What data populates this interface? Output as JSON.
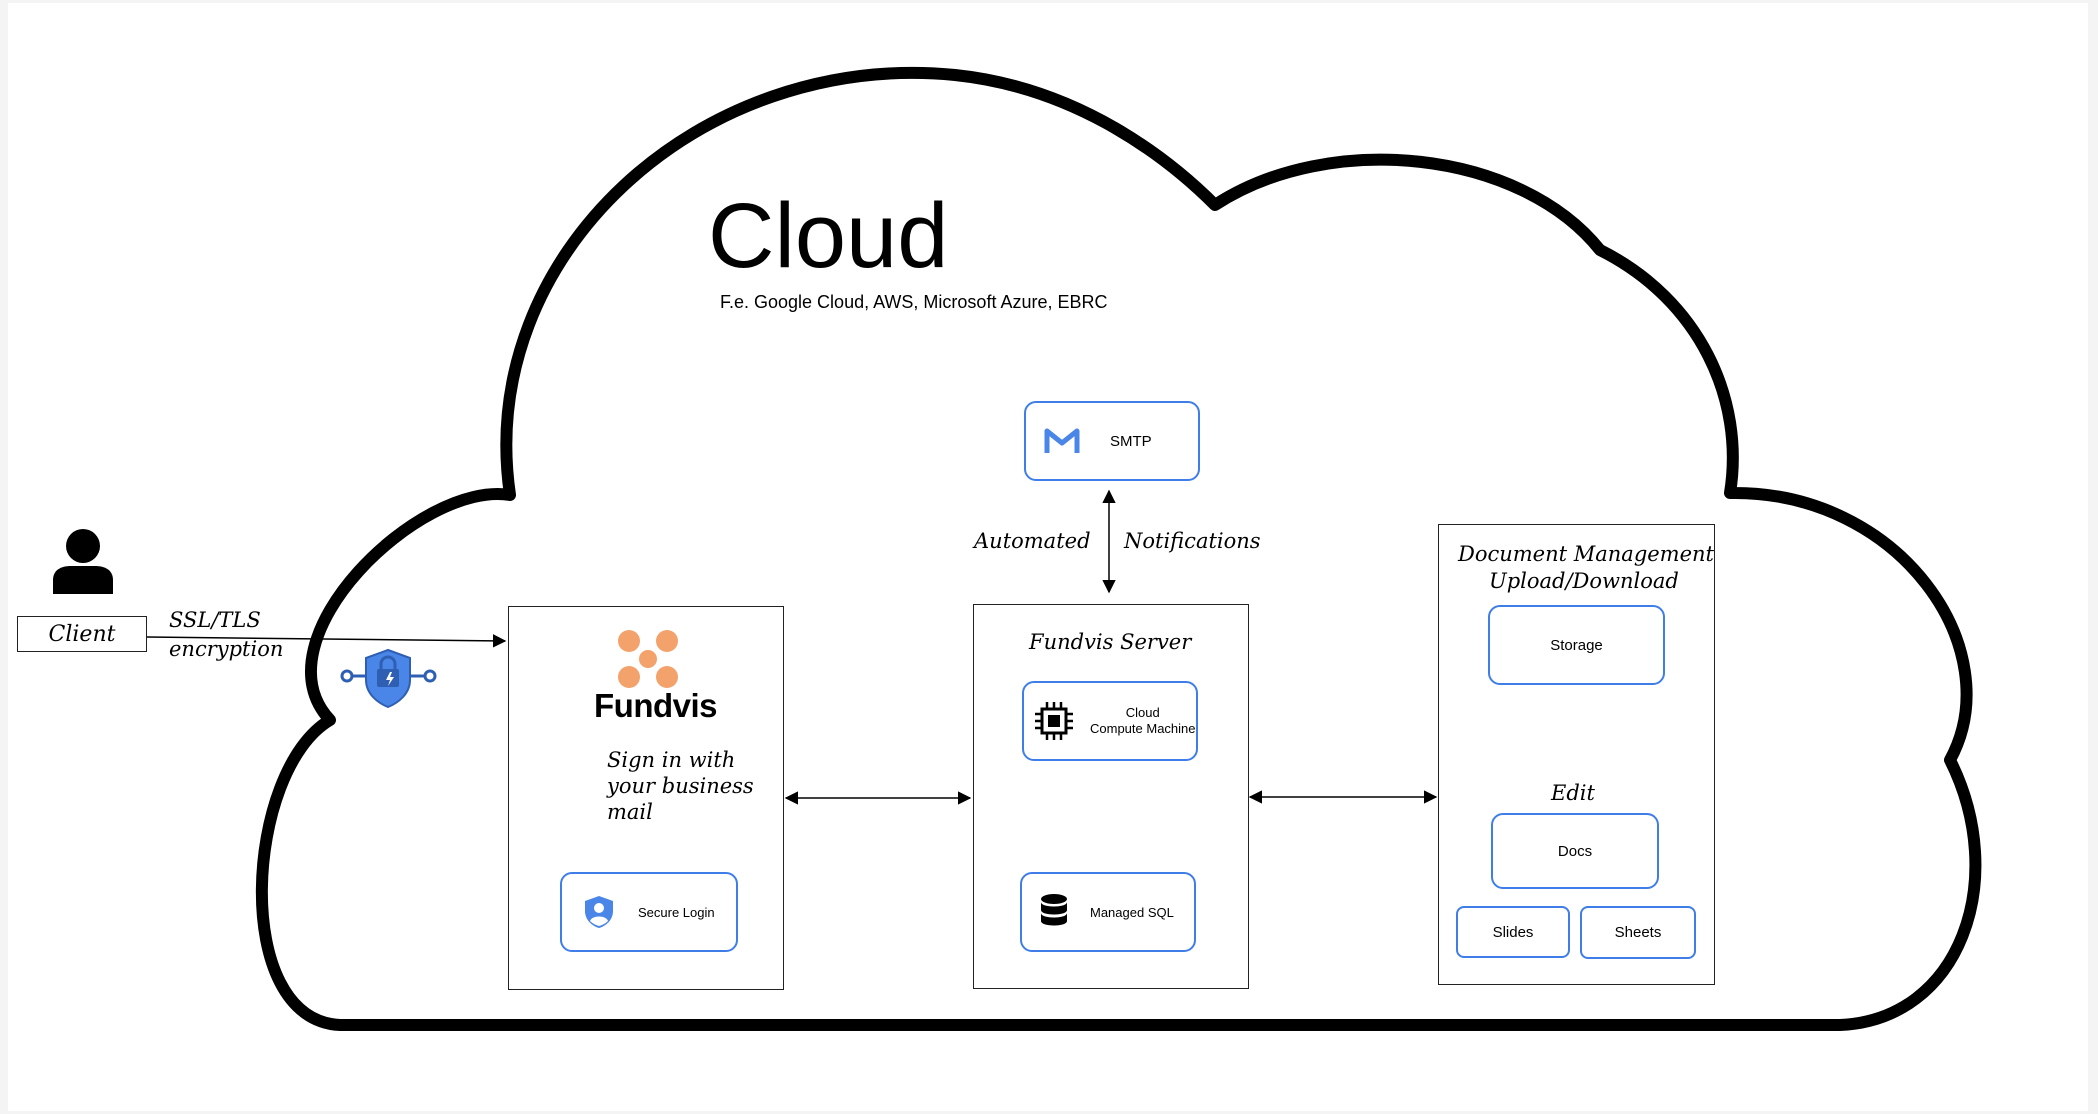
{
  "cloud": {
    "title": "Cloud",
    "subtitle": "F.e. Google Cloud, AWS, Microsoft Azure, EBRC"
  },
  "client": {
    "label": "Client",
    "connection_label_line1": "SSL/TLS",
    "connection_label_line2": "encryption"
  },
  "login_panel": {
    "brand": "Fundvis",
    "instruction_line1": "Sign in with",
    "instruction_line2": "your business",
    "instruction_line3": "mail",
    "secure_login_label": "Secure Login"
  },
  "smtp": {
    "label": "SMTP",
    "link_label_left": "Automated",
    "link_label_right": "Notifications"
  },
  "server_panel": {
    "title": "Fundvis Server",
    "compute_line1": "Cloud",
    "compute_line2": "Compute Machine",
    "sql_label": "Managed SQL"
  },
  "docs_panel": {
    "title_line1": "Document Management",
    "title_line2": "Upload/Download",
    "storage_label": "Storage",
    "edit_label": "Edit",
    "docs_label": "Docs",
    "slides_label": "Slides",
    "sheets_label": "Sheets"
  },
  "colors": {
    "accent_blue": "#3f7de8",
    "brand_orange": "#f4a26b",
    "outline": "#000000"
  }
}
